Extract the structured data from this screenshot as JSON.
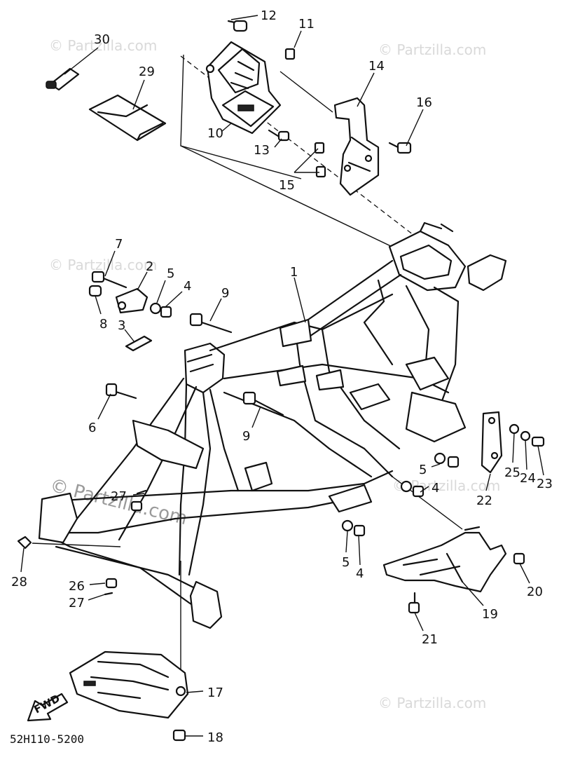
{
  "diagram": {
    "part_code": "52H110-5200",
    "fwd_label": "FWD",
    "watermark_small": "© Partzilla.com",
    "watermark_big": "© Partzilla.com",
    "callouts": {
      "c1": "1",
      "c2": "2",
      "c3": "3",
      "c4a": "4",
      "c4b": "4",
      "c4c": "4",
      "c5a": "5",
      "c5b": "5",
      "c5c": "5",
      "c6": "6",
      "c7": "7",
      "c8": "8",
      "c9a": "9",
      "c9b": "9",
      "c10": "10",
      "c11": "11",
      "c12": "12",
      "c13": "13",
      "c14": "14",
      "c15": "15",
      "c16": "16",
      "c17": "17",
      "c18": "18",
      "c19": "19",
      "c20": "20",
      "c21": "21",
      "c22": "22",
      "c23": "23",
      "c24": "24",
      "c25": "25",
      "c26": "26",
      "c27a": "27",
      "c27b": "27",
      "c28": "28",
      "c29": "29",
      "c30": "30"
    }
  }
}
